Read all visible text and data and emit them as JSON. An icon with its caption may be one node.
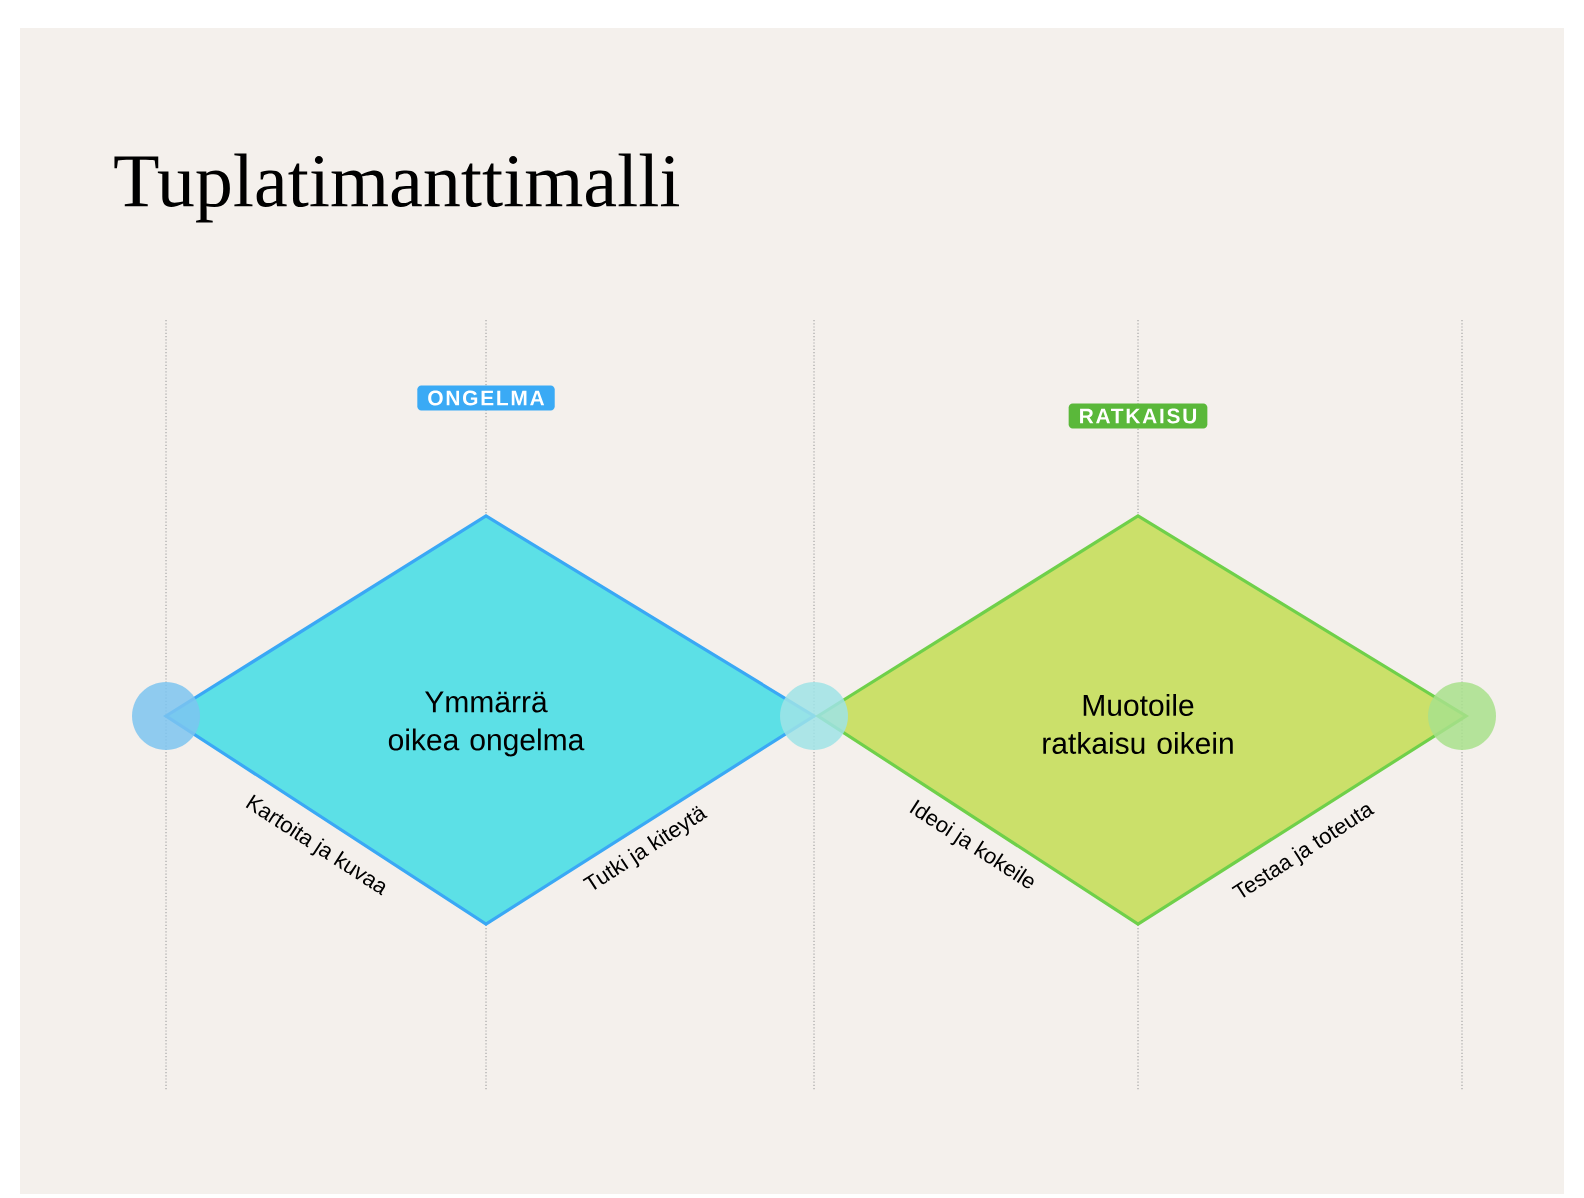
{
  "diagram": {
    "title": "Tuplatimanttimalli",
    "nodes": [
      {
        "text": [
          "ONGELMA"
        ]
      },
      {
        "text": [
          "RATKAISU"
        ]
      },
      {
        "text": [
          "Ymmärrä oikea ongelma"
        ],
        "beside": [
          "Kartoita ja kuvaa",
          "Tutki ja kiteytä"
        ]
      },
      {
        "text": [
          "Muotoile ratkaisu oikein"
        ],
        "beside": [
          "Ideoi ja kokeile",
          "Testaa ja toteuta"
        ]
      }
    ]
  }
}
